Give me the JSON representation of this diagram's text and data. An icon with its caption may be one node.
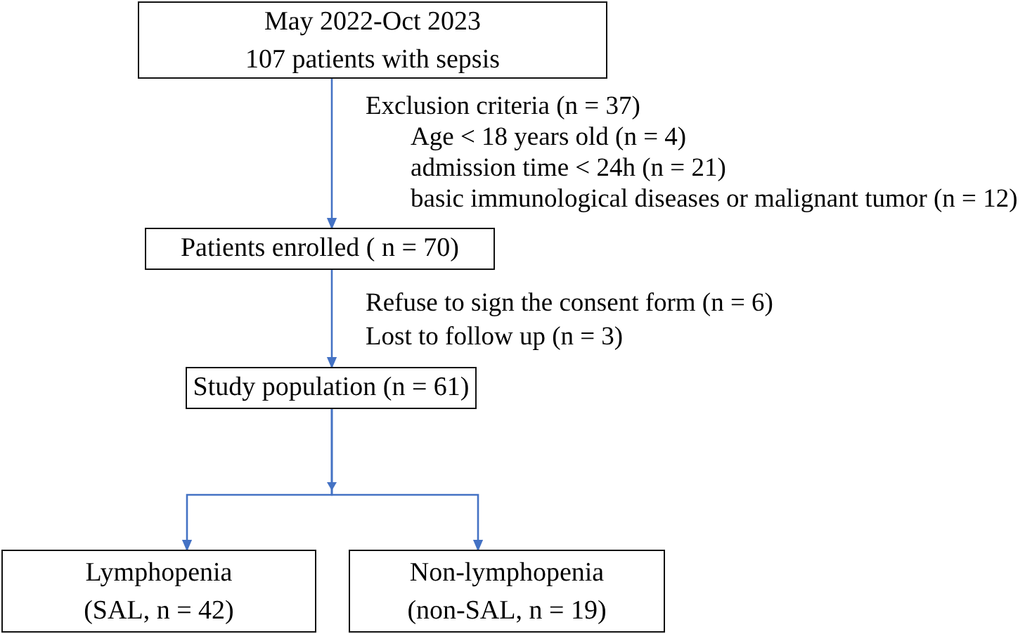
{
  "diagram": {
    "nodes": [
      {
        "text": [
          "May 2022-Oct 2023",
          "107 patients with sepsis"
        ]
      },
      {
        "text": [
          "Patients enrolled ( n = 70)"
        ]
      },
      {
        "text": [
          "Study population (n = 61)"
        ]
      },
      {
        "text": [
          "Lymphopenia",
          "(SAL, n = 42)"
        ]
      },
      {
        "text": [
          "Non-lymphopenia",
          "(non-SAL, n = 19)"
        ]
      }
    ],
    "edges": [
      {
        "from": 0,
        "to": 1,
        "arrow": "to"
      },
      {
        "from": 1,
        "to": 2,
        "arrow": "to"
      },
      {
        "from": 2,
        "to": 3,
        "arrow": "to"
      },
      {
        "from": 2,
        "to": 4,
        "arrow": "to"
      }
    ],
    "labels": [
      "Exclusion criteria (n = 37)",
      "Age < 18 years old (n = 4)",
      "admission time < 24h (n = 21)",
      "basic immunological diseases or malignant tumor (n = 12)",
      "Refuse to sign the consent form (n = 6)",
      "Lost to follow up (n = 3)"
    ]
  }
}
